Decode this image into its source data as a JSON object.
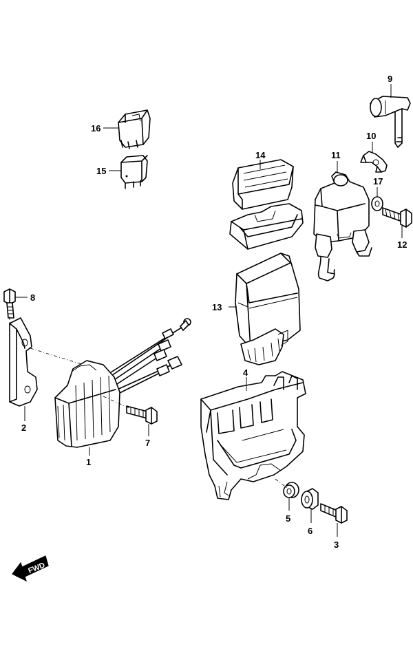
{
  "callouts": {
    "p1": "1",
    "p2": "2",
    "p3": "3",
    "p4": "4",
    "p5": "5",
    "p6": "6",
    "p7": "7",
    "p8": "8",
    "p9": "9",
    "p10": "10",
    "p11": "11",
    "p12": "12",
    "p13": "13",
    "p14": "14",
    "p15": "15",
    "p16": "16",
    "p17": "17"
  },
  "fwd_label": "FWD"
}
